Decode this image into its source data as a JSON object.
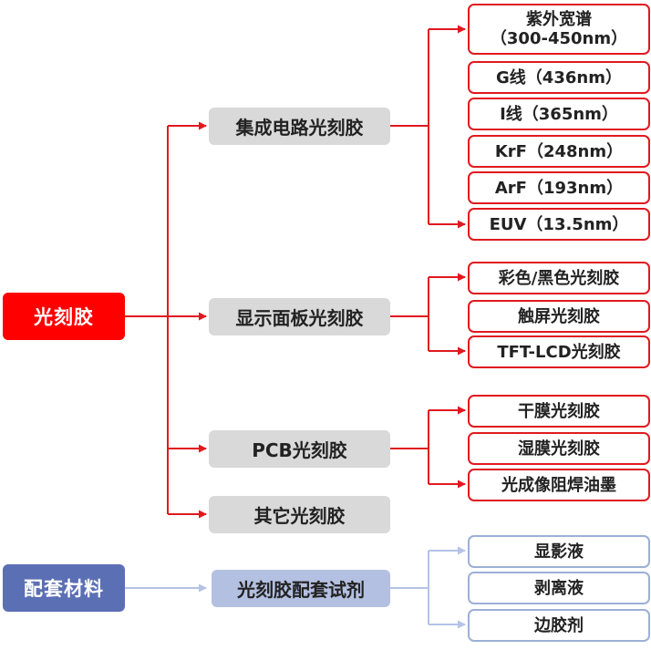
{
  "root_photoresist": "光刻胶",
  "root_materials": "配套材料",
  "categories": {
    "ic": "集成电路光刻胶",
    "display": "显示面板光刻胶",
    "pcb": "PCB光刻胶",
    "other": "其它光刻胶",
    "support": "光刻胶配套试剂"
  },
  "ic_items": {
    "uv_line1": "紫外宽谱",
    "uv_line2": "（300-450nm）",
    "gline": "G线（436nm）",
    "iline": "I线（365nm）",
    "krf": "KrF（248nm）",
    "arf": "ArF（193nm）",
    "euv": "EUV（13.5nm）"
  },
  "display_items": [
    "彩色/黑色光刻胶",
    "触屏光刻胶",
    "TFT-LCD光刻胶"
  ],
  "pcb_items": [
    "干膜光刻胶",
    "湿膜光刻胶",
    "光成像阻焊油墨"
  ],
  "support_items": [
    "显影液",
    "剥离液",
    "边胶剂"
  ],
  "colors": {
    "red": "#ff0000",
    "line_red": "#e0191f",
    "blue": "#5b6fb5",
    "line_blue": "#b4c3e6"
  }
}
